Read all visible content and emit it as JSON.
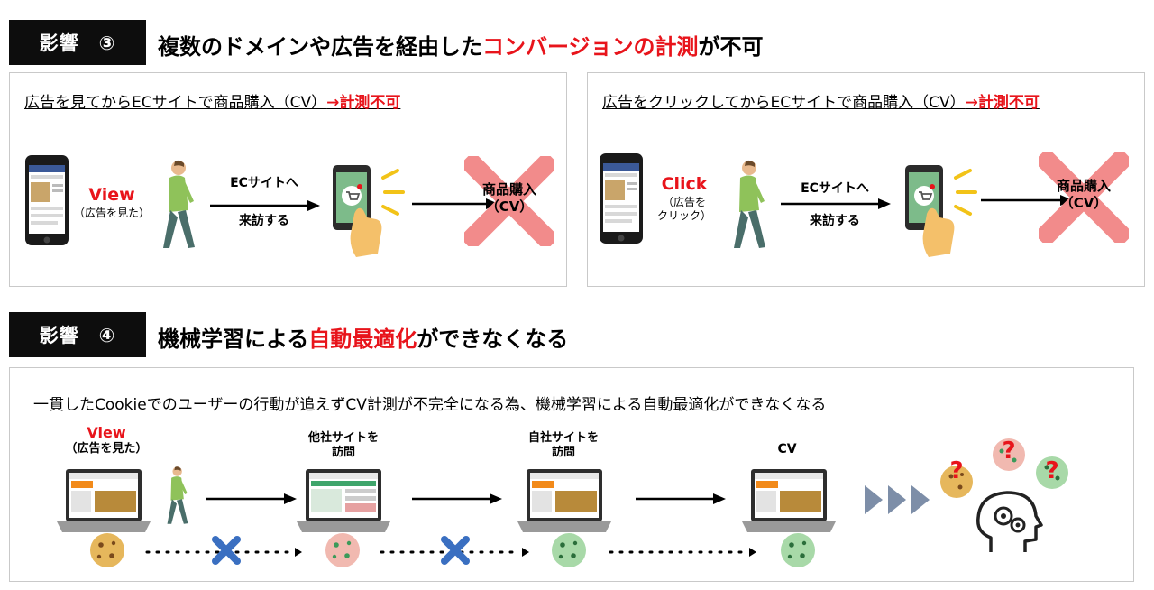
{
  "section3": {
    "badge": "影響　③",
    "heading_pre": "複数のドメインや広告を経由した",
    "heading_red": "コンバージョンの計測",
    "heading_post": "が不可",
    "left_panel": {
      "title": "広告を見てからECサイトで商品購入（CV）",
      "title_red": "→計測不可",
      "action": "View",
      "action_note": "（広告を見た）",
      "arrow_top": "ECサイトへ",
      "arrow_bottom": "来訪する",
      "result": "商品購入\n（CV）"
    },
    "right_panel": {
      "title": "広告をクリックしてからECサイトで商品購入（CV）",
      "title_red": "→計測不可",
      "action": "Click",
      "action_note": "（広告を\nクリック）",
      "arrow_top": "ECサイトへ",
      "arrow_bottom": "来訪する",
      "result": "商品購入\n（CV）"
    }
  },
  "section4": {
    "badge": "影響　④",
    "heading_pre": "機械学習による",
    "heading_red": "自動最適化",
    "heading_post": "ができなくなる",
    "desc": "一貫したCookieでのユーザーの行動が追えずCV計測が不完全になる為、機械学習による自動最適化ができなくなる",
    "step1_red": "View",
    "step1_note": "（広告を見た）",
    "step2": "他社サイトを\n訪問",
    "step3": "自社サイトを\n訪問",
    "step4": "CV"
  },
  "colors": {
    "accent_red": "#e8141b",
    "badge_bg": "#0d0d0d",
    "cross_pink": "#f28b8b",
    "cross_blue": "#3a6fc1",
    "triangle": "#7d8ea8"
  }
}
